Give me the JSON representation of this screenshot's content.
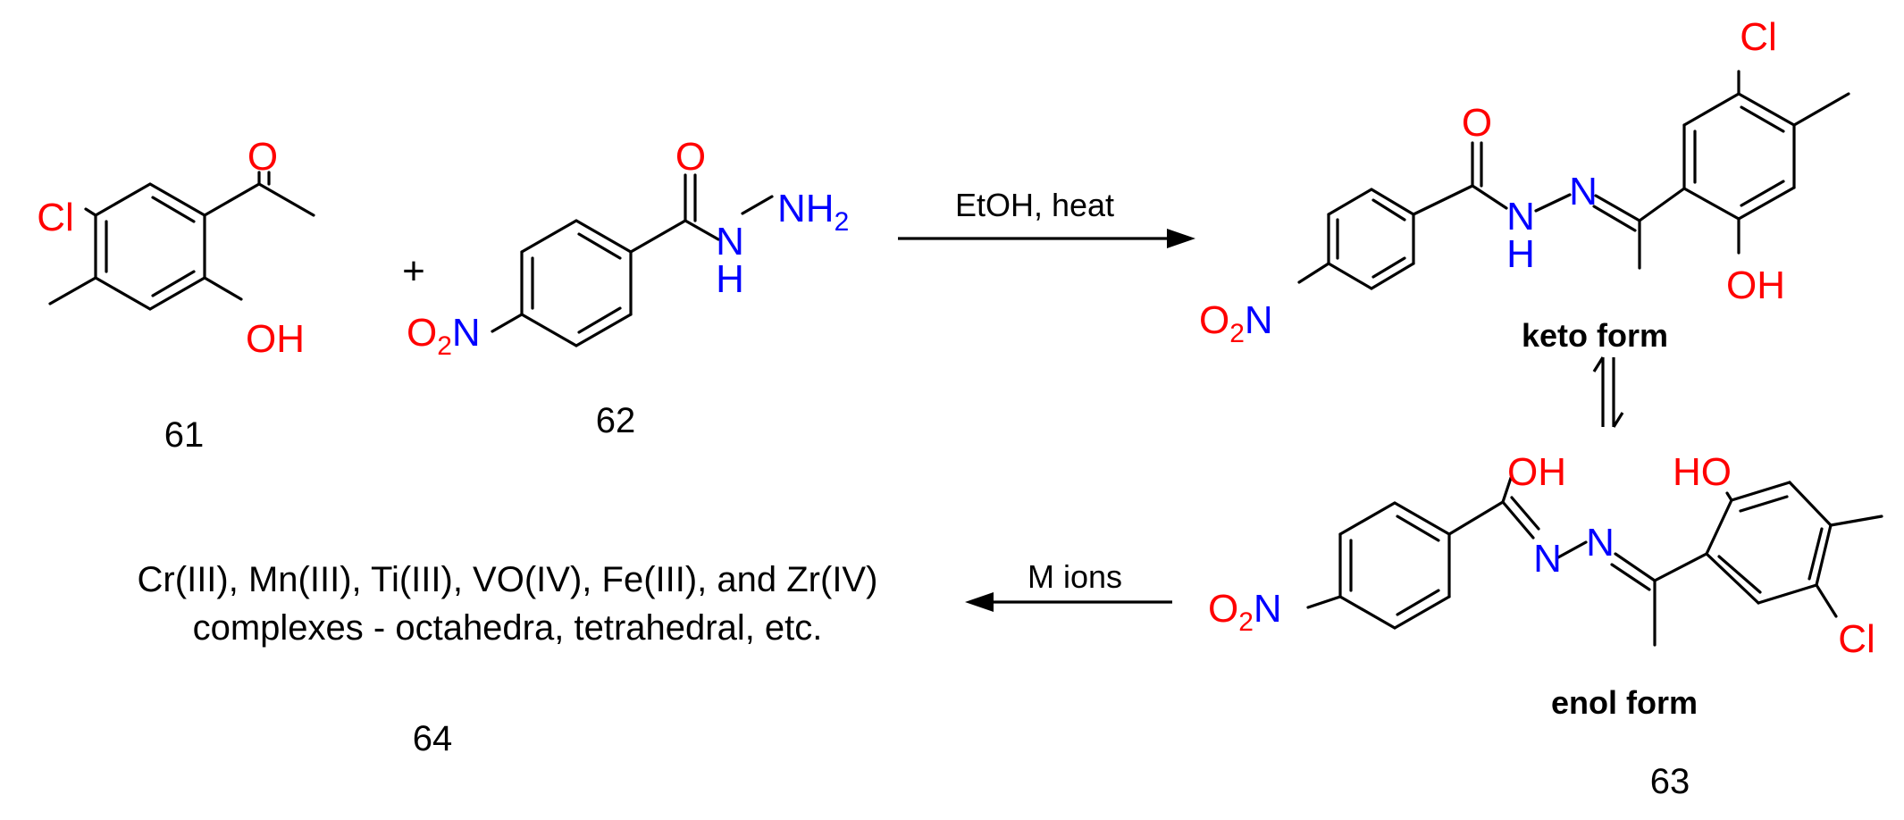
{
  "colors": {
    "oxygen": "#ff0000",
    "nitrogen": "#0000ff",
    "chlorine": "#ff0000",
    "bond": "#000000",
    "text": "#000000"
  },
  "compound_61": {
    "number": "61",
    "atoms": {
      "oxygen": "O",
      "chlorine": "Cl",
      "hydroxyl": "OH"
    }
  },
  "plus_sign": "+",
  "compound_62": {
    "number": "62",
    "atoms": {
      "oxygen": "O",
      "nh": "N",
      "nh_h": "H",
      "nh2": "NH",
      "nh2_sub": "2",
      "nitro_o": "O",
      "nitro_sub": "2",
      "nitro_n": "N"
    }
  },
  "reaction_1": {
    "conditions": "EtOH, heat"
  },
  "compound_63_keto": {
    "form_label": "keto form",
    "atoms": {
      "oxygen": "O",
      "nh": "N",
      "nh_h": "H",
      "imine_n": "N",
      "chlorine": "Cl",
      "hydroxyl": "OH",
      "nitro_o": "O",
      "nitro_sub": "2",
      "nitro_n": "N"
    }
  },
  "compound_63_enol": {
    "number": "63",
    "form_label": "enol form",
    "atoms": {
      "enol_oh": "OH",
      "n1": "N",
      "n2": "N",
      "hydroxyl": "HO",
      "chlorine": "Cl",
      "nitro_o": "O",
      "nitro_sub": "2",
      "nitro_n": "N"
    }
  },
  "reaction_2": {
    "conditions": "M ions"
  },
  "compound_64": {
    "number": "64",
    "line1": "Cr(III), Mn(III), Ti(III), VO(IV), Fe(III), and Zr(IV)",
    "line2": "complexes - octahedra, tetrahedral, etc."
  }
}
